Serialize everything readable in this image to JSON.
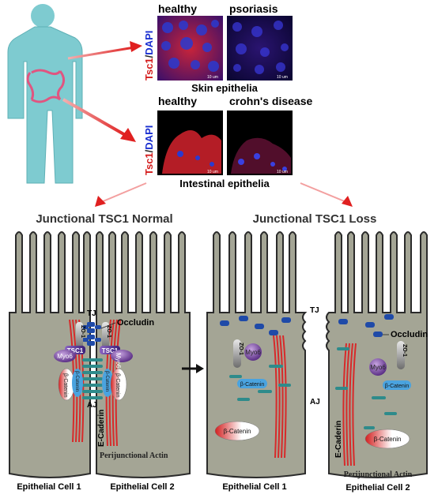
{
  "top": {
    "skin_healthy": "healthy",
    "skin_psoriasis": "psoriasis",
    "skin_caption": "Skin epithelia",
    "int_healthy": "healthy",
    "int_crohn": "crohn's disease",
    "int_caption": "Intestinal epithelia",
    "stain_red": "Tsc1",
    "stain_sep": "/",
    "stain_blue": "DAPI",
    "scale": "10 um"
  },
  "left_panel": {
    "title": "Junctional TSC1 Normal",
    "tj": "TJ",
    "aj": "AJ",
    "occludin": "Occludin",
    "zo1": "ZO-1",
    "tsc1": "TSC1",
    "myo6": "Myo6",
    "bcatenin": "β-Catenin",
    "ecadherin": "E-Caderin",
    "actin": "Perijunctional Actin",
    "cell1": "Epithelial Cell 1",
    "cell2": "Epithelial Cell 2"
  },
  "right_panel": {
    "title": "Junctional TSC1 Loss",
    "tj": "TJ",
    "aj": "AJ",
    "occludin": "Occludin",
    "zo1": "ZO-1",
    "myo6": "Myo6",
    "bcatenin": "β-Catenin",
    "ecadherin": "E-Caderin",
    "actin": "Perijunctional Actin",
    "cell1": "Epithelial Cell 1",
    "cell2": "Epithelial Cell 2"
  },
  "colors": {
    "cell_fill": "#a4a595",
    "cell_stroke": "#2b2b2b",
    "actin": "#d72a2a",
    "occludin": "#1f4aa8",
    "tsc1": "#6a3fa0",
    "myo6": "#7a4d9e",
    "cadherin": "#2e8b8b",
    "human": "#7ecbd0",
    "arrow": "#e03030"
  }
}
